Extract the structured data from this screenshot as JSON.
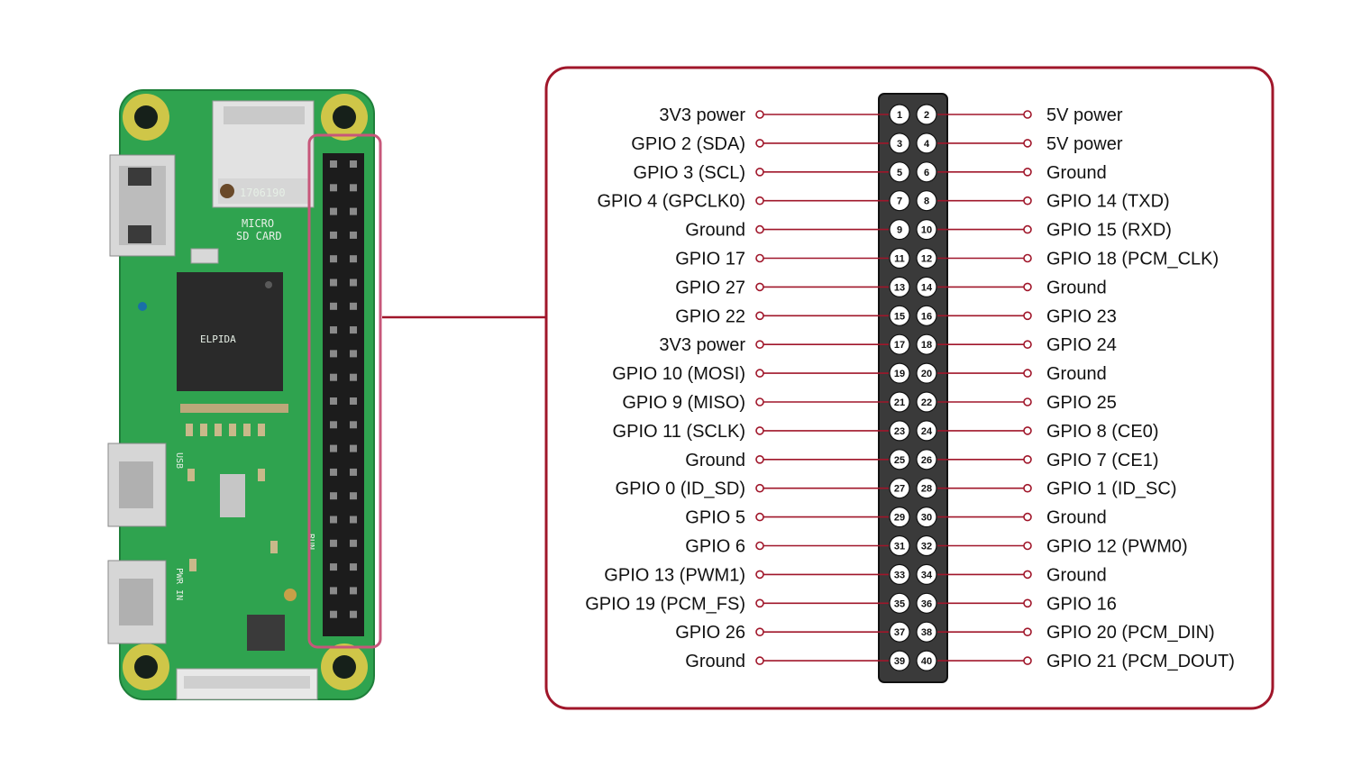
{
  "colors": {
    "accent": "#a0162a",
    "highlight": "#c7577a",
    "header_body": "#3a3a3a",
    "board_green": "#2fa34f",
    "pin_circle": "#ffffff"
  },
  "board": {
    "silkscreen": {
      "micro_sd": "MICRO",
      "sd_card": "SD CARD",
      "sd_code": "1706190",
      "chip_brand": "ELPIDA",
      "usb": "USB",
      "pwr_in": "PWR IN",
      "run": "RUN"
    }
  },
  "left_pins": [
    {
      "num": "1",
      "label": "3V3 power"
    },
    {
      "num": "3",
      "label": "GPIO 2 (SDA)"
    },
    {
      "num": "5",
      "label": "GPIO 3 (SCL)"
    },
    {
      "num": "7",
      "label": "GPIO 4 (GPCLK0)"
    },
    {
      "num": "9",
      "label": "Ground"
    },
    {
      "num": "11",
      "label": "GPIO 17"
    },
    {
      "num": "13",
      "label": "GPIO 27"
    },
    {
      "num": "15",
      "label": "GPIO 22"
    },
    {
      "num": "17",
      "label": "3V3 power"
    },
    {
      "num": "19",
      "label": "GPIO 10 (MOSI)"
    },
    {
      "num": "21",
      "label": "GPIO 9 (MISO)"
    },
    {
      "num": "23",
      "label": "GPIO 11 (SCLK)"
    },
    {
      "num": "25",
      "label": "Ground"
    },
    {
      "num": "27",
      "label": "GPIO 0 (ID_SD)"
    },
    {
      "num": "29",
      "label": "GPIO 5"
    },
    {
      "num": "31",
      "label": "GPIO 6"
    },
    {
      "num": "33",
      "label": "GPIO 13 (PWM1)"
    },
    {
      "num": "35",
      "label": "GPIO 19 (PCM_FS)"
    },
    {
      "num": "37",
      "label": "GPIO 26"
    },
    {
      "num": "39",
      "label": "Ground"
    }
  ],
  "right_pins": [
    {
      "num": "2",
      "label": "5V power"
    },
    {
      "num": "4",
      "label": "5V power"
    },
    {
      "num": "6",
      "label": "Ground"
    },
    {
      "num": "8",
      "label": "GPIO 14 (TXD)"
    },
    {
      "num": "10",
      "label": "GPIO 15 (RXD)"
    },
    {
      "num": "12",
      "label": "GPIO 18 (PCM_CLK)"
    },
    {
      "num": "14",
      "label": "Ground"
    },
    {
      "num": "16",
      "label": "GPIO 23"
    },
    {
      "num": "18",
      "label": "GPIO 24"
    },
    {
      "num": "20",
      "label": "Ground"
    },
    {
      "num": "22",
      "label": "GPIO 25"
    },
    {
      "num": "24",
      "label": "GPIO 8 (CE0)"
    },
    {
      "num": "26",
      "label": "GPIO 7 (CE1)"
    },
    {
      "num": "28",
      "label": "GPIO 1 (ID_SC)"
    },
    {
      "num": "30",
      "label": "Ground"
    },
    {
      "num": "32",
      "label": "GPIO 12 (PWM0)"
    },
    {
      "num": "34",
      "label": "Ground"
    },
    {
      "num": "36",
      "label": "GPIO 16"
    },
    {
      "num": "38",
      "label": "GPIO 20 (PCM_DIN)"
    },
    {
      "num": "40",
      "label": "GPIO 21 (PCM_DOUT)"
    }
  ]
}
